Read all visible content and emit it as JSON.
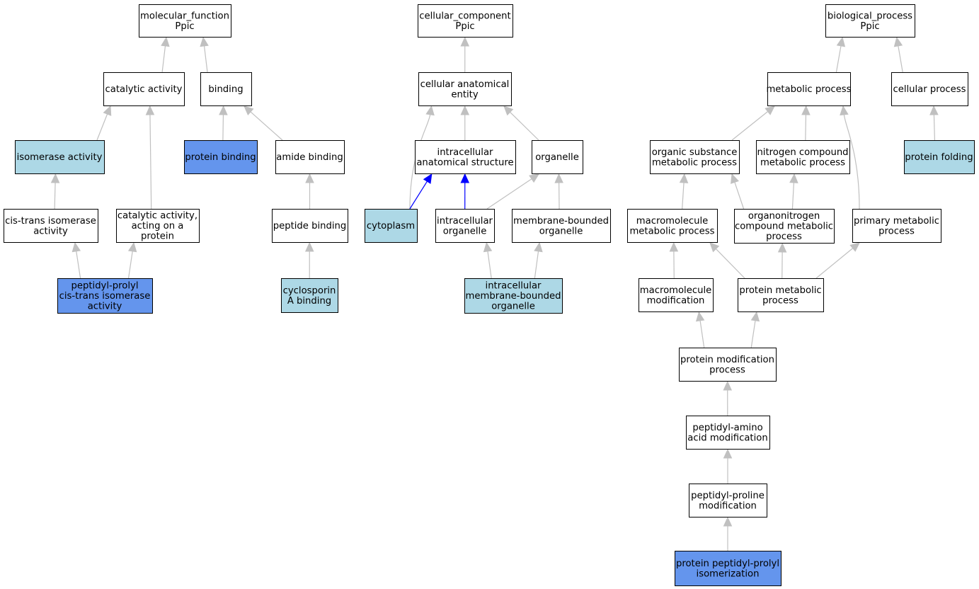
{
  "colors": {
    "default_fill": "#ffffff",
    "light_blue": "#add8e6",
    "blue": "#6495ed",
    "edge_gray": "#c0c0c0",
    "edge_blue": "#0000ff"
  },
  "nodes": [
    {
      "id": "mf",
      "lines": [
        "molecular_function",
        "Ppic"
      ],
      "fill": "default"
    },
    {
      "id": "catalytic",
      "lines": [
        "catalytic activity"
      ],
      "fill": "default"
    },
    {
      "id": "binding",
      "lines": [
        "binding"
      ],
      "fill": "default"
    },
    {
      "id": "isomerase",
      "lines": [
        "isomerase activity"
      ],
      "fill": "light_blue"
    },
    {
      "id": "protbind",
      "lines": [
        "protein binding"
      ],
      "fill": "blue"
    },
    {
      "id": "amide",
      "lines": [
        "amide binding"
      ],
      "fill": "default"
    },
    {
      "id": "cistrans",
      "lines": [
        "cis-trans isomerase",
        "activity"
      ],
      "fill": "default"
    },
    {
      "id": "catprot",
      "lines": [
        "catalytic activity,",
        "acting on a",
        "protein"
      ],
      "fill": "default"
    },
    {
      "id": "peptbind",
      "lines": [
        "peptide binding"
      ],
      "fill": "default"
    },
    {
      "id": "ppiase",
      "lines": [
        "peptidyl-prolyl",
        "cis-trans isomerase",
        "activity"
      ],
      "fill": "blue"
    },
    {
      "id": "cyclo",
      "lines": [
        "cyclosporin",
        "A binding"
      ],
      "fill": "light_blue"
    },
    {
      "id": "cc",
      "lines": [
        "cellular_component",
        "Ppic"
      ],
      "fill": "default"
    },
    {
      "id": "cae",
      "lines": [
        "cellular anatomical",
        "entity"
      ],
      "fill": "default"
    },
    {
      "id": "ias",
      "lines": [
        "intracellular",
        "anatomical structure"
      ],
      "fill": "default"
    },
    {
      "id": "organelle",
      "lines": [
        "organelle"
      ],
      "fill": "default"
    },
    {
      "id": "cytoplasm",
      "lines": [
        "cytoplasm"
      ],
      "fill": "light_blue"
    },
    {
      "id": "icorg",
      "lines": [
        "intracellular",
        "organelle"
      ],
      "fill": "default"
    },
    {
      "id": "mborg",
      "lines": [
        "membrane-bounded",
        "organelle"
      ],
      "fill": "default"
    },
    {
      "id": "imbo",
      "lines": [
        "intracellular",
        "membrane-bounded",
        "organelle"
      ],
      "fill": "light_blue"
    },
    {
      "id": "bp",
      "lines": [
        "biological_process",
        "Ppic"
      ],
      "fill": "default"
    },
    {
      "id": "metab",
      "lines": [
        "metabolic process"
      ],
      "fill": "default"
    },
    {
      "id": "cellproc",
      "lines": [
        "cellular process"
      ],
      "fill": "default"
    },
    {
      "id": "osmp",
      "lines": [
        "organic substance",
        "metabolic process"
      ],
      "fill": "default"
    },
    {
      "id": "ncmp",
      "lines": [
        "nitrogen compound",
        "metabolic process"
      ],
      "fill": "default"
    },
    {
      "id": "folding",
      "lines": [
        "protein folding"
      ],
      "fill": "light_blue"
    },
    {
      "id": "mmmp",
      "lines": [
        "macromolecule",
        "metabolic process"
      ],
      "fill": "default"
    },
    {
      "id": "oncmp",
      "lines": [
        "organonitrogen",
        "compound metabolic",
        "process"
      ],
      "fill": "default"
    },
    {
      "id": "pmp",
      "lines": [
        "primary metabolic",
        "process"
      ],
      "fill": "default"
    },
    {
      "id": "mmmod",
      "lines": [
        "macromolecule",
        "modification"
      ],
      "fill": "default"
    },
    {
      "id": "protmp",
      "lines": [
        "protein metabolic",
        "process"
      ],
      "fill": "default"
    },
    {
      "id": "pmodp",
      "lines": [
        "protein modification",
        "process"
      ],
      "fill": "default"
    },
    {
      "id": "paam",
      "lines": [
        "peptidyl-amino",
        "acid modification"
      ],
      "fill": "default"
    },
    {
      "id": "ppm",
      "lines": [
        "peptidyl-proline",
        "modification"
      ],
      "fill": "default"
    },
    {
      "id": "pppi",
      "lines": [
        "protein peptidyl-prolyl",
        "isomerization"
      ],
      "fill": "blue"
    }
  ],
  "edges": [
    {
      "from": "catalytic",
      "to": "mf",
      "color": "gray"
    },
    {
      "from": "binding",
      "to": "mf",
      "color": "gray"
    },
    {
      "from": "isomerase",
      "to": "catalytic",
      "color": "gray"
    },
    {
      "from": "catprot",
      "to": "catalytic",
      "color": "gray"
    },
    {
      "from": "protbind",
      "to": "binding",
      "color": "gray"
    },
    {
      "from": "amide",
      "to": "binding",
      "color": "gray"
    },
    {
      "from": "cistrans",
      "to": "isomerase",
      "color": "gray"
    },
    {
      "from": "peptbind",
      "to": "amide",
      "color": "gray"
    },
    {
      "from": "ppiase",
      "to": "cistrans",
      "color": "gray"
    },
    {
      "from": "ppiase",
      "to": "catprot",
      "color": "gray"
    },
    {
      "from": "cyclo",
      "to": "peptbind",
      "color": "gray"
    },
    {
      "from": "cae",
      "to": "cc",
      "color": "gray"
    },
    {
      "from": "ias",
      "to": "cae",
      "color": "gray"
    },
    {
      "from": "organelle",
      "to": "cae",
      "color": "gray"
    },
    {
      "from": "cytoplasm",
      "to": "cae",
      "color": "gray",
      "curve": true
    },
    {
      "from": "cytoplasm",
      "to": "ias",
      "color": "blue"
    },
    {
      "from": "icorg",
      "to": "ias",
      "color": "blue"
    },
    {
      "from": "icorg",
      "to": "organelle",
      "color": "gray"
    },
    {
      "from": "mborg",
      "to": "organelle",
      "color": "gray"
    },
    {
      "from": "imbo",
      "to": "icorg",
      "color": "gray"
    },
    {
      "from": "imbo",
      "to": "mborg",
      "color": "gray"
    },
    {
      "from": "metab",
      "to": "bp",
      "color": "gray"
    },
    {
      "from": "cellproc",
      "to": "bp",
      "color": "gray"
    },
    {
      "from": "osmp",
      "to": "metab",
      "color": "gray"
    },
    {
      "from": "ncmp",
      "to": "metab",
      "color": "gray"
    },
    {
      "from": "pmp",
      "to": "metab",
      "color": "gray",
      "curve": true
    },
    {
      "from": "folding",
      "to": "cellproc",
      "color": "gray"
    },
    {
      "from": "mmmp",
      "to": "osmp",
      "color": "gray"
    },
    {
      "from": "oncmp",
      "to": "osmp",
      "color": "gray"
    },
    {
      "from": "oncmp",
      "to": "ncmp",
      "color": "gray"
    },
    {
      "from": "mmmod",
      "to": "mmmp",
      "color": "gray"
    },
    {
      "from": "protmp",
      "to": "mmmp",
      "color": "gray"
    },
    {
      "from": "protmp",
      "to": "oncmp",
      "color": "gray"
    },
    {
      "from": "protmp",
      "to": "pmp",
      "color": "gray"
    },
    {
      "from": "pmodp",
      "to": "mmmod",
      "color": "gray"
    },
    {
      "from": "pmodp",
      "to": "protmp",
      "color": "gray"
    },
    {
      "from": "paam",
      "to": "pmodp",
      "color": "gray"
    },
    {
      "from": "ppm",
      "to": "paam",
      "color": "gray"
    },
    {
      "from": "pppi",
      "to": "ppm",
      "color": "gray"
    }
  ]
}
